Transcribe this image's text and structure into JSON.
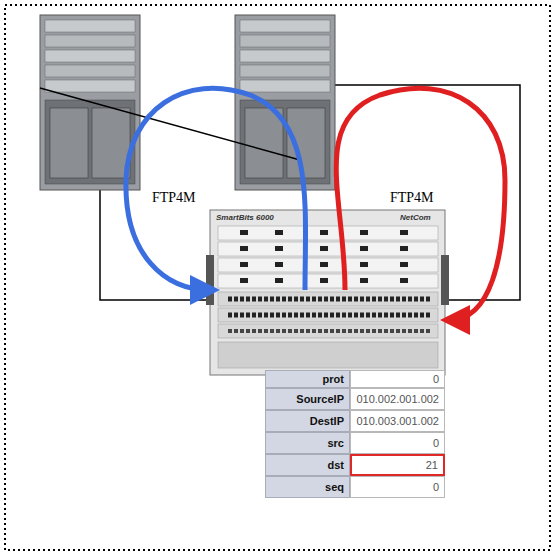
{
  "diagram": {
    "nodes": [
      {
        "text": [
          "SmartBits 6000",
          "NetCom"
        ]
      }
    ],
    "labels": [
      "FTP4M",
      "FTP4M",
      "prot",
      "0",
      "SourceIP",
      "010.002.001.002",
      "DestIP",
      "010.003.001.002",
      "src",
      "0",
      "dst",
      "21",
      "seq",
      "0"
    ]
  }
}
